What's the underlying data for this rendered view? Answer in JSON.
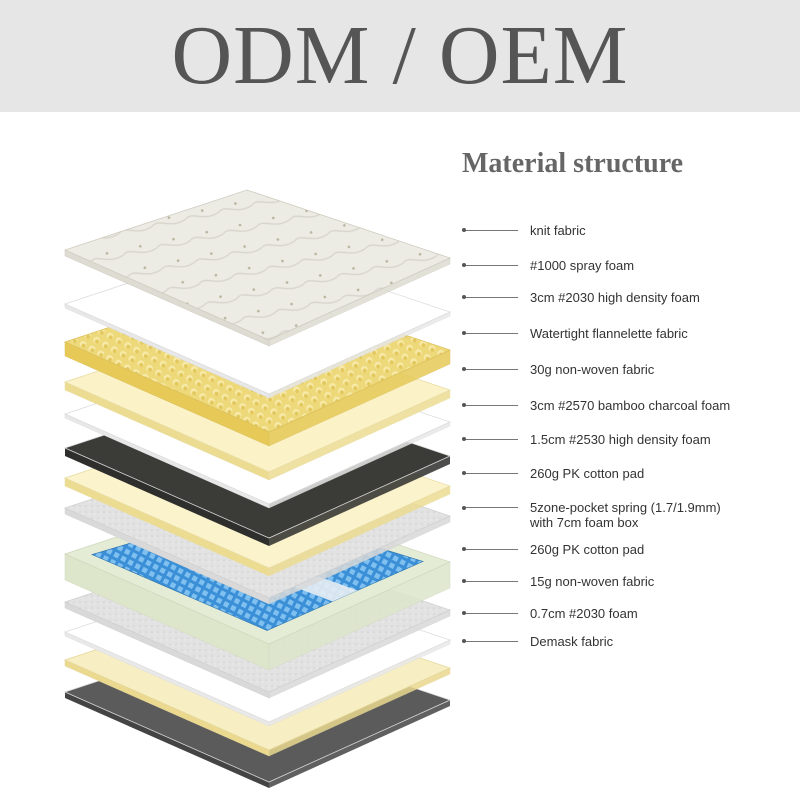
{
  "header": {
    "title": "ODM / OEM"
  },
  "section": {
    "title": "Material structure"
  },
  "layers": [
    {
      "label": "knit fabric",
      "icon": "knit-fabric-layer"
    },
    {
      "label": "#1000  spray foam",
      "icon": "spray-foam-layer"
    },
    {
      "label": "3cm #2030 high density foam",
      "icon": "egg-crate-foam-layer"
    },
    {
      "label": "Watertight flannelette fabric",
      "icon": "flannelette-layer"
    },
    {
      "label": "30g  non-woven fabric",
      "icon": "non-woven-layer"
    },
    {
      "label": "3cm #2570 bamboo charcoal foam",
      "icon": "charcoal-foam-layer"
    },
    {
      "label": "1.5cm #2530 high density foam",
      "icon": "foam-layer"
    },
    {
      "label": "260g PK cotton pad",
      "icon": "cotton-pad-layer"
    },
    {
      "label": "5zone-pocket spring (1.7/1.9mm)",
      "label2": "with 7cm foam box",
      "icon": "pocket-spring-layer"
    },
    {
      "label": "260g PK cotton pad",
      "icon": "cotton-pad-layer"
    },
    {
      "label": "15g non-woven fabric",
      "icon": "non-woven-layer"
    },
    {
      "label": "0.7cm #2030 foam",
      "icon": "foam-layer"
    },
    {
      "label": "Demask fabric",
      "icon": "damask-fabric-layer"
    }
  ],
  "colors": {
    "banner_bg": "#e6e6e6",
    "title_text": "#555555",
    "knit": "#ecebe4",
    "white_layer": "#ffffff",
    "yellow_foam": "#f3e6a6",
    "egg_crate": "#eed97a",
    "charcoal": "#3b3b38",
    "grey_fabric": "#e2e2e2",
    "foam_box": "#e4ecd5",
    "spring_blue": "#3a8fd6",
    "damask": "#5b5b5b"
  }
}
